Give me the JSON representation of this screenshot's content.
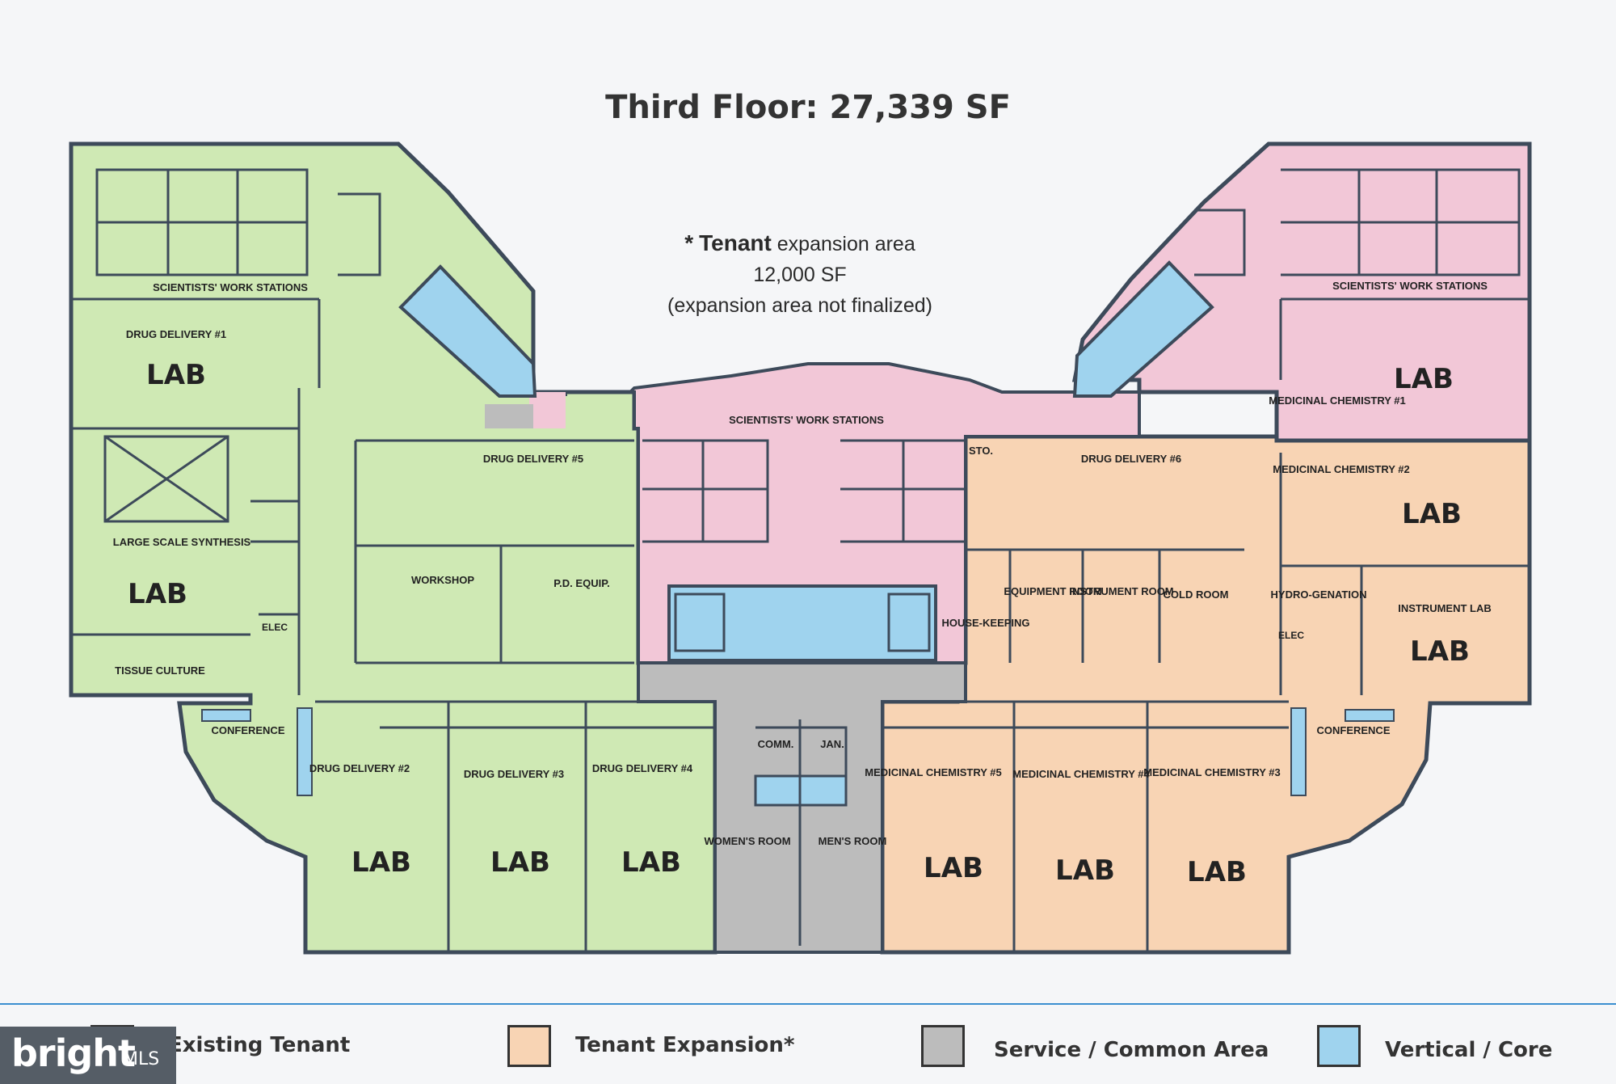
{
  "title": "Third Floor: 27,339 SF",
  "note": {
    "star": "*",
    "bold": "Tenant",
    "rest": " expansion area",
    "area": "12,000 SF",
    "caveat": "(expansion area not finalized)"
  },
  "colors": {
    "existing": "#cfe9b4",
    "expansion": "#f8d4b4",
    "service": "#bcbcbc",
    "core": "#9fd3ee",
    "pink": "#f2c7d7",
    "wall": "#3d4a5a"
  },
  "legend": [
    {
      "label": "Existing Tenant",
      "color": "#2f7fc0"
    },
    {
      "label": "Tenant Expansion*",
      "color": "#f8d4b4"
    },
    {
      "label": "Service / Common Area",
      "color": "#bcbcbc"
    },
    {
      "label": "Vertical / Core",
      "color": "#9fd3ee"
    }
  ],
  "labels": {
    "ws_left": "SCIENTISTS' WORK STATIONS",
    "ws_right": "SCIENTISTS' WORK STATIONS",
    "ws_center": "SCIENTISTS' WORK STATIONS",
    "dd1": "DRUG DELIVERY #1",
    "dd5": "DRUG DELIVERY #5",
    "dd6": "DRUG DELIVERY #6",
    "dd2": "DRUG DELIVERY #2",
    "dd3": "DRUG DELIVERY #3",
    "dd4": "DRUG DELIVERY #4",
    "lss": "LARGE SCALE SYNTHESIS",
    "tissue": "TISSUE CULTURE",
    "conf_l": "CONFERENCE",
    "conf_r": "CONFERENCE",
    "workshop": "WORKSHOP",
    "pd": "P.D. EQUIP.",
    "sto": "STO.",
    "equip": "EQUIPMENT ROOM",
    "instr": "INSTRUMENT ROOM",
    "cold": "COLD ROOM",
    "house": "HOUSE-KEEPING",
    "mc1": "MEDICINAL CHEMISTRY #1",
    "mc2": "MEDICINAL CHEMISTRY #2",
    "mc3": "MEDICINAL CHEMISTRY #3",
    "mc4": "MEDICINAL CHEMISTRY #4",
    "mc5": "MEDICINAL CHEMISTRY #5",
    "hydro": "HYDRO-GENATION",
    "instlab": "INSTRUMENT LAB",
    "comm": "COMM.",
    "jan": "JAN.",
    "women": "WOMEN'S ROOM",
    "men": "MEN'S ROOM",
    "elec_l": "ELEC",
    "elec_r": "ELEC",
    "lab": "LAB"
  },
  "watermark": {
    "brand": "bright",
    "suffix": "MLS"
  }
}
